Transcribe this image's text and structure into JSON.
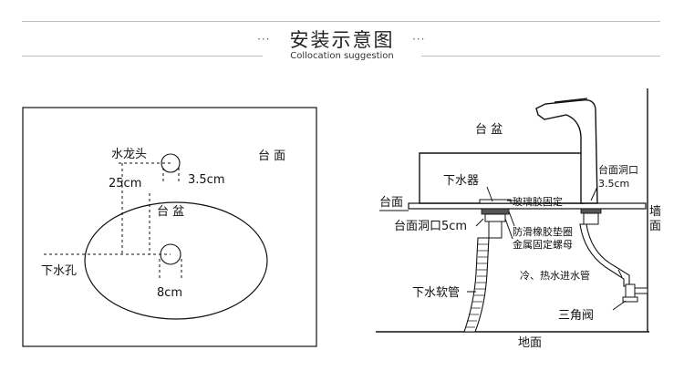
{
  "header": {
    "title": "安装示意图",
    "subtitle": "Collocation suggestion",
    "left_dots": "···",
    "right_dots": "···"
  },
  "plan_view": {
    "faucet": "水龙头",
    "countertop": "台 面",
    "distance": "25cm",
    "hole_size": "3.5cm",
    "basin": "台 盆",
    "drain_hole": "下水孔",
    "drain_size": "8cm"
  },
  "section_view": {
    "basin": "台 盆",
    "drain": "下水器",
    "countertop": "台面",
    "counter_hole": "台面洞口",
    "counter_hole_size": "3.5cm",
    "glue": "玻璃胶固定",
    "counter_hole_5cm": "台面洞口5cm",
    "gasket": "防滑橡胶垫圈",
    "nut": "金属固定螺母",
    "wall": "墙",
    "wall2": "面",
    "hot_cold_pipe": "冷、热水进水管",
    "drain_hose": "下水软管",
    "angle_valve": "三角阀",
    "floor": "地面"
  }
}
